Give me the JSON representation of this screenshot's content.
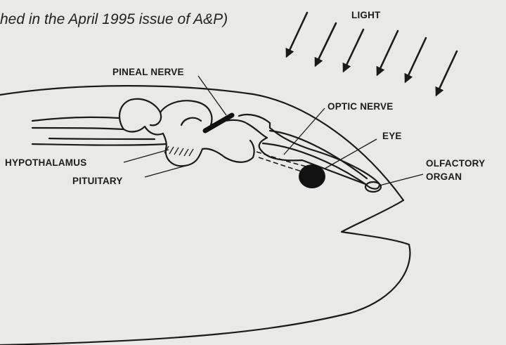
{
  "caption": "hed in the April 1995 issue of A&P)",
  "labels": {
    "light": "LIGHT",
    "pineal_nerve": "PINEAL NERVE",
    "optic_nerve": "OPTIC NERVE",
    "eye": "EYE",
    "hypothalamus": "HYPOTHALAMUS",
    "pituitary": "PITUITARY",
    "olfactory_line1": "OLFACTORY",
    "olfactory_line2": "ORGAN"
  },
  "colors": {
    "background": "#e9e9e7",
    "ink": "#1a1a1a"
  }
}
